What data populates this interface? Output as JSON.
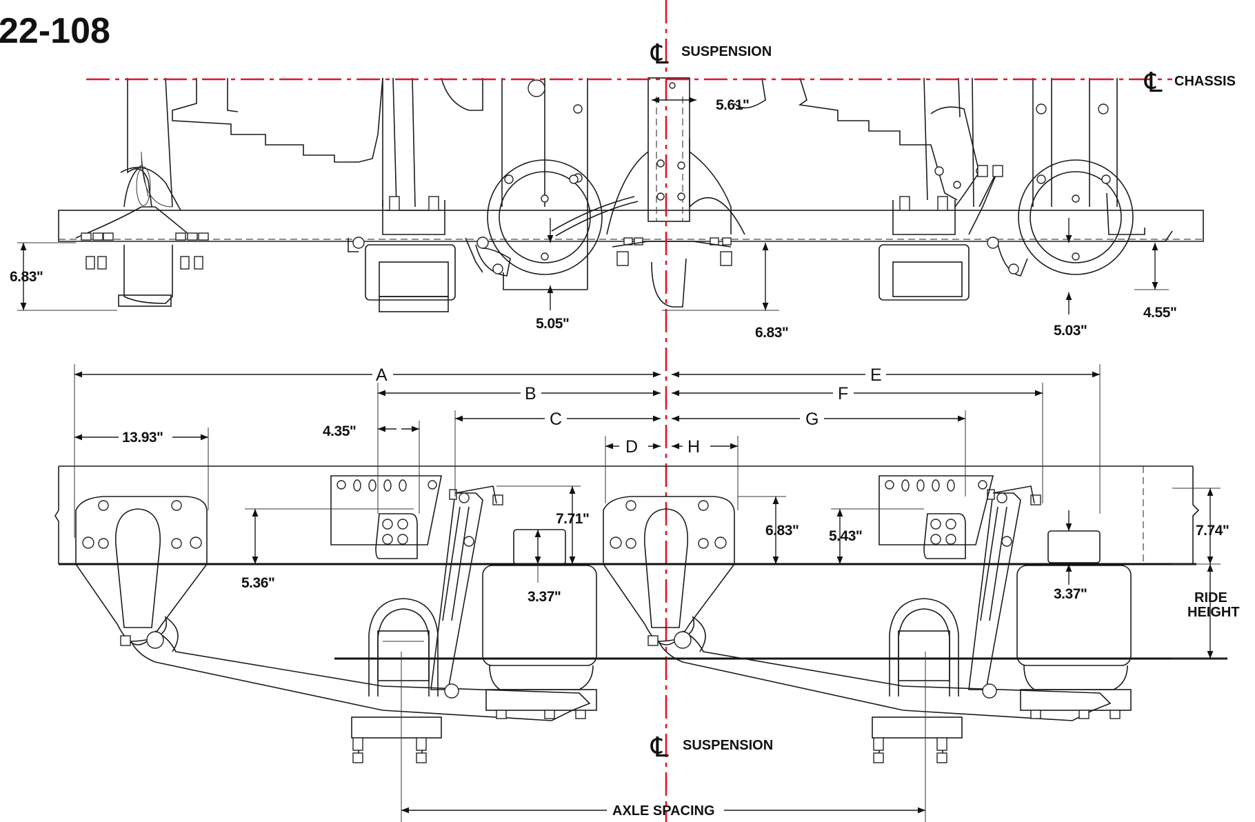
{
  "title": "22-108",
  "centerlines": {
    "suspension_top": "SUSPENSION",
    "chassis": "CHASSIS",
    "suspension_bottom": "SUSPENSION",
    "cl_symbol": "℄"
  },
  "top_view_dims": {
    "d561": "5.61\"",
    "d683_left": "6.83\"",
    "d505": "5.05\"",
    "d683_mid": "6.83\"",
    "d503": "5.03\"",
    "d455": "4.55\""
  },
  "side_view_letters": {
    "A": "A",
    "B": "B",
    "C": "C",
    "D": "D",
    "E": "E",
    "F": "F",
    "G": "G",
    "H": "H"
  },
  "side_view_dims": {
    "d1393": "13.93\"",
    "d435": "4.35\"",
    "d536": "5.36\"",
    "d771": "7.71\"",
    "d337_left": "3.37\"",
    "d683": "6.83\"",
    "d543": "5.43\"",
    "d337_right": "3.37\"",
    "d774": "7.74\""
  },
  "labels": {
    "ride": "RIDE",
    "height": "HEIGHT",
    "axle_spacing": "AXLE SPACING"
  },
  "colors": {
    "centerline": "#e0142a",
    "ink": "#111111"
  }
}
